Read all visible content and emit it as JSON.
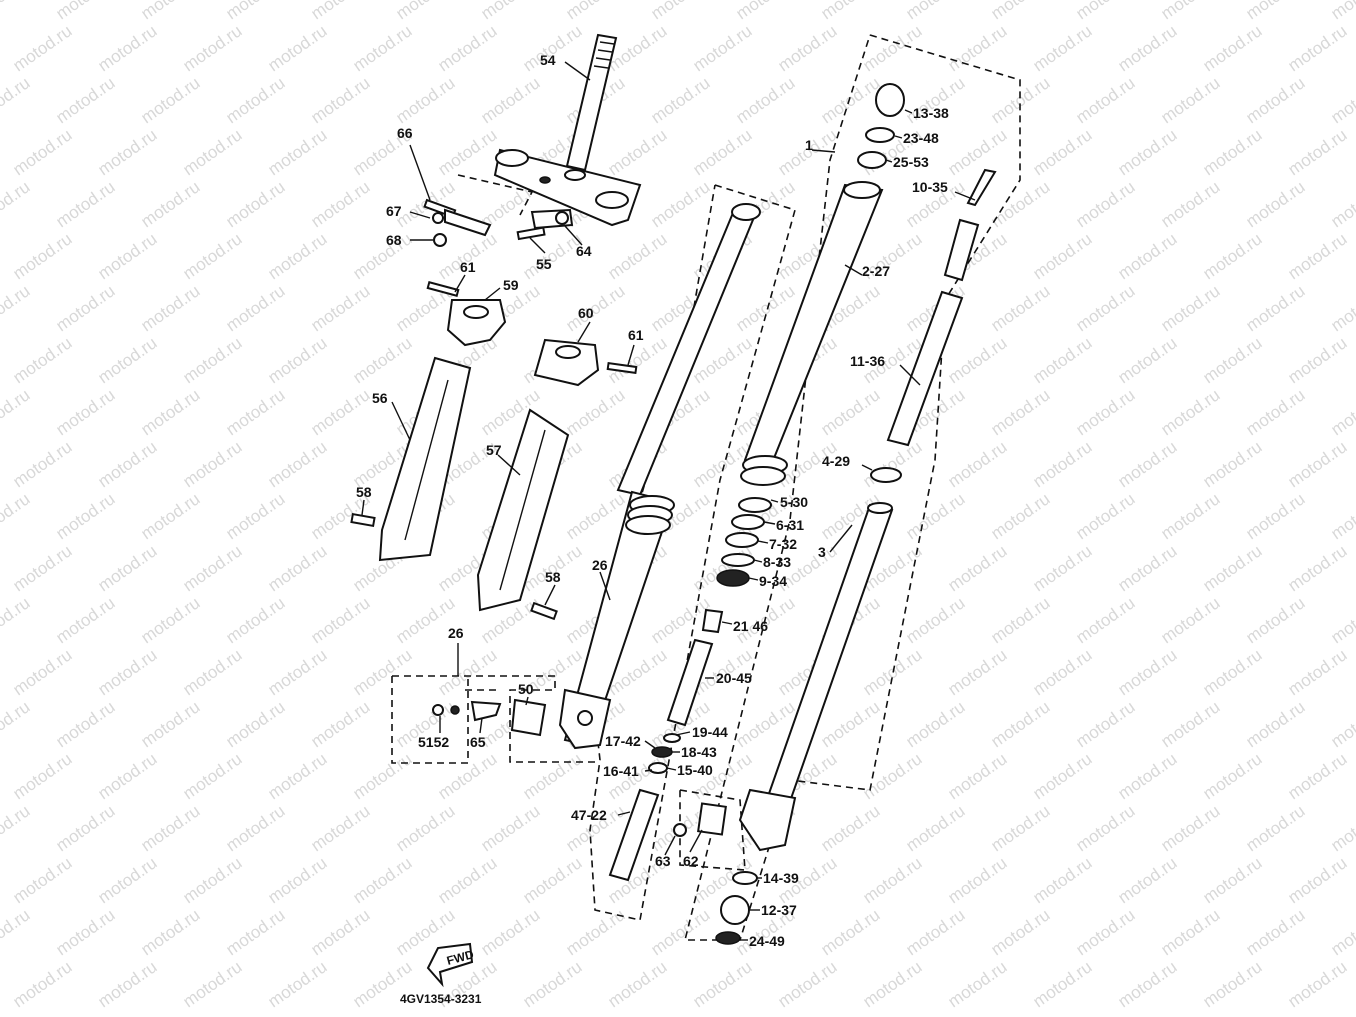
{
  "watermark": "motod.ru",
  "drawing_code": "4GV1354-3231",
  "front_arrow_label": "FWD",
  "labels": {
    "p54": "54",
    "p66": "66",
    "p67": "67",
    "p68": "68",
    "p55": "55",
    "p64": "64",
    "p61a": "61",
    "p59": "59",
    "p60": "60",
    "p61b": "61",
    "p56": "56",
    "p57": "57",
    "p58a": "58",
    "p58b": "58",
    "p26a": "26",
    "p26b": "26",
    "p50": "50",
    "p5152": "5152",
    "p65": "65",
    "p1": "1",
    "p13_38": "13-38",
    "p23_48": "23-48",
    "p25_53": "25-53",
    "p10_35": "10-35",
    "p2_27": "2-27",
    "p11_36": "11-36",
    "p4_29": "4-29",
    "p5_30": "5-30",
    "p6_31": "6-31",
    "p7_32": "7-32",
    "p8_33": "8-33",
    "p9_34": "9-34",
    "p3": "3",
    "p21_46": "21 46",
    "p20_45": "20-45",
    "p19_44": "19-44",
    "p17_42": "17-42",
    "p18_43": "18-43",
    "p16_41": "16-41",
    "p15_40": "15-40",
    "p47_22": "47-22",
    "p63": "63",
    "p62": "62",
    "p14_39": "14-39",
    "p12_37": "12-37",
    "p24_49": "24-49"
  }
}
